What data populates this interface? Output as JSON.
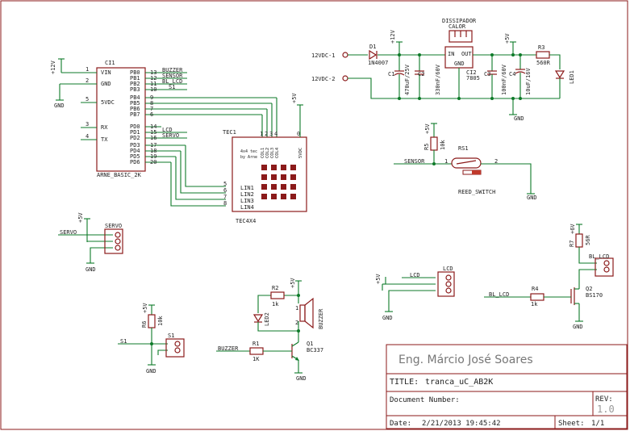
{
  "title_block": {
    "author": "Eng. Márcio José Soares",
    "title_label": "TITLE:",
    "title_value": "tranca_uC_AB2K",
    "docnum_label": "Document Number:",
    "rev_label": "REV:",
    "rev_value": "1.0",
    "date_label": "Date:",
    "date_value": "2/21/2013 19:45:42",
    "sheet_label": "Sheet:",
    "sheet_value": "1/1"
  },
  "mcu": {
    "ref": "CI1",
    "name": "ARNE_BASIC_2K",
    "left_pins": [
      {
        "num": "1",
        "name": "VIN"
      },
      {
        "num": "2",
        "name": "GND"
      },
      {
        "num": "5",
        "name": "5VDC"
      },
      {
        "num": "3",
        "name": "RX"
      },
      {
        "num": "4",
        "name": "TX"
      }
    ],
    "right_pins": [
      {
        "num": "13",
        "name": "PB0",
        "net": "BUZZER"
      },
      {
        "num": "12",
        "name": "PB1",
        "net": "SENSOR"
      },
      {
        "num": "11",
        "name": "PB2",
        "net": "BL_LCD"
      },
      {
        "num": "10",
        "name": "PB3",
        "net": "S1"
      },
      {
        "num": "9",
        "name": "PB4",
        "net": ""
      },
      {
        "num": "8",
        "name": "PB5",
        "net": ""
      },
      {
        "num": "7",
        "name": "PB6",
        "net": ""
      },
      {
        "num": "6",
        "name": "PB7",
        "net": ""
      },
      {
        "num": "14",
        "name": "PD0",
        "net": ""
      },
      {
        "num": "15",
        "name": "PD1",
        "net": "LCD"
      },
      {
        "num": "16",
        "name": "PD2",
        "net": "SERVO"
      },
      {
        "num": "17",
        "name": "PD3",
        "net": ""
      },
      {
        "num": "18",
        "name": "PD4",
        "net": ""
      },
      {
        "num": "19",
        "name": "PD5",
        "net": ""
      },
      {
        "num": "20",
        "name": "PD6",
        "net": ""
      }
    ],
    "supply": "+12V",
    "gnd": "GND"
  },
  "keypad": {
    "ref": "TEC1",
    "name": "TEC4X4",
    "top_text_1": "4x4 tec",
    "top_text_2": "by Arne",
    "cols": [
      "COL1",
      "COL2",
      "COL3",
      "COL4"
    ],
    "col_pins": [
      "1",
      "2",
      "3",
      "4"
    ],
    "vdd_label": "5VDC",
    "vdd_pin": "0",
    "rows": [
      "LIN1",
      "LIN2",
      "LIN3",
      "LIN4"
    ],
    "row_pins": [
      "5",
      "6",
      "7",
      "8"
    ],
    "supply": "+5V"
  },
  "power": {
    "in1": "12VDC-1",
    "in2": "12VDC-2",
    "d1_ref": "D1",
    "d1_val": "1N4007",
    "plus12": "+12V",
    "c1_ref": "C1",
    "c1_val": "470uF/25V",
    "c2_ref": "C2",
    "c2_val": "330nF/60V",
    "heatsink_1": "DISSIPADOR",
    "heatsink_2": "CALOR",
    "reg_ref": "CI2",
    "reg_val": "7805",
    "reg_in": "IN",
    "reg_out": "OUT",
    "reg_gnd": "GND",
    "c3_ref": "C3",
    "c3_val": "100nF/60V",
    "c4_ref": "C4",
    "c4_val": "10uF/16V",
    "plus5": "+5V",
    "r3_ref": "R3",
    "r3_val": "560R",
    "led1_ref": "LED1",
    "gnd": "GND"
  },
  "sensor": {
    "plus5": "+5V",
    "r5_ref": "R5",
    "r5_val": "10k",
    "net": "SENSOR",
    "sw_ref": "RS1",
    "sw_name": "REED_SWITCH",
    "pin1": "1",
    "pin2": "2",
    "gnd": "GND"
  },
  "servo": {
    "plus5": "+5V",
    "net": "SERVO",
    "ref": "SERVO",
    "gnd": "GND"
  },
  "lcd": {
    "plus5": "+5V",
    "net": "LCD",
    "ref": "LCD",
    "gnd": "GND"
  },
  "backlight": {
    "plus6": "+6V",
    "r7_ref": "R7",
    "r7_val": "56R",
    "conn": "BL_LCD",
    "q2_ref": "Q2",
    "q2_val": "BS170",
    "r4_ref": "R4",
    "r4_val": "1k",
    "net": "BL_LCD",
    "gnd": "GND"
  },
  "s1": {
    "plus5": "+5V",
    "r6_ref": "R6",
    "r6_val": "10k",
    "net": "S1",
    "ref": "S1",
    "gnd": "GND"
  },
  "buzzer": {
    "plus5": "+5V",
    "r2_ref": "R2",
    "r2_val": "1k",
    "led2_ref": "LED2",
    "bz_ref": "BUZZER",
    "q1_ref": "Q1",
    "q1_val": "BC337",
    "r1_ref": "R1",
    "r1_val": "1K",
    "net": "BUZZER",
    "pin1": "1",
    "pin2": "2",
    "gnd": "GND"
  }
}
